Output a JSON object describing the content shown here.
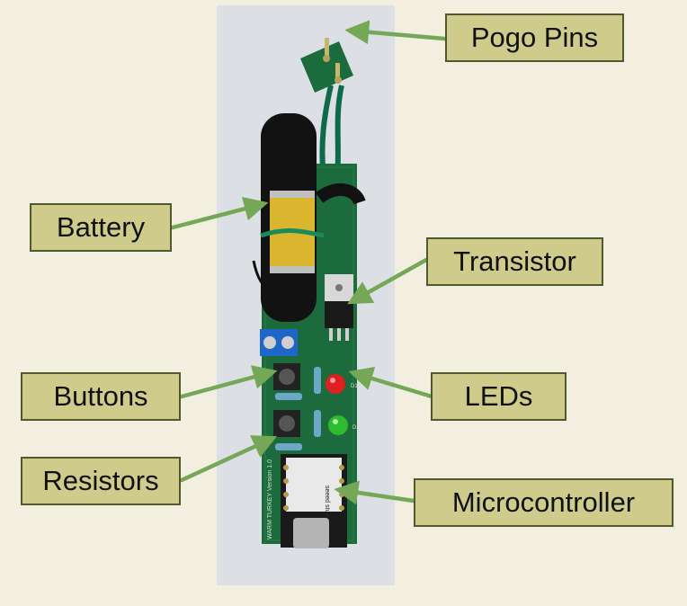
{
  "colors": {
    "background": "#f3efe0",
    "label_fill": "#cfcb8a",
    "label_border": "#4f5a2c",
    "arrow": "#74a857",
    "pcb": "#1c6b3c",
    "photo_backdrop": "#dcdfe3"
  },
  "board": {
    "silkscreen": "WARM TURKEY Version 1.0",
    "module_brand": "seeed studio",
    "led_labels": [
      "D1",
      "D2"
    ]
  },
  "labels": {
    "pogo_pins": "Pogo Pins",
    "battery": "Battery",
    "transistor": "Transistor",
    "buttons": "Buttons",
    "leds": "LEDs",
    "resistors": "Resistors",
    "microcontroller": "Microcontroller"
  }
}
